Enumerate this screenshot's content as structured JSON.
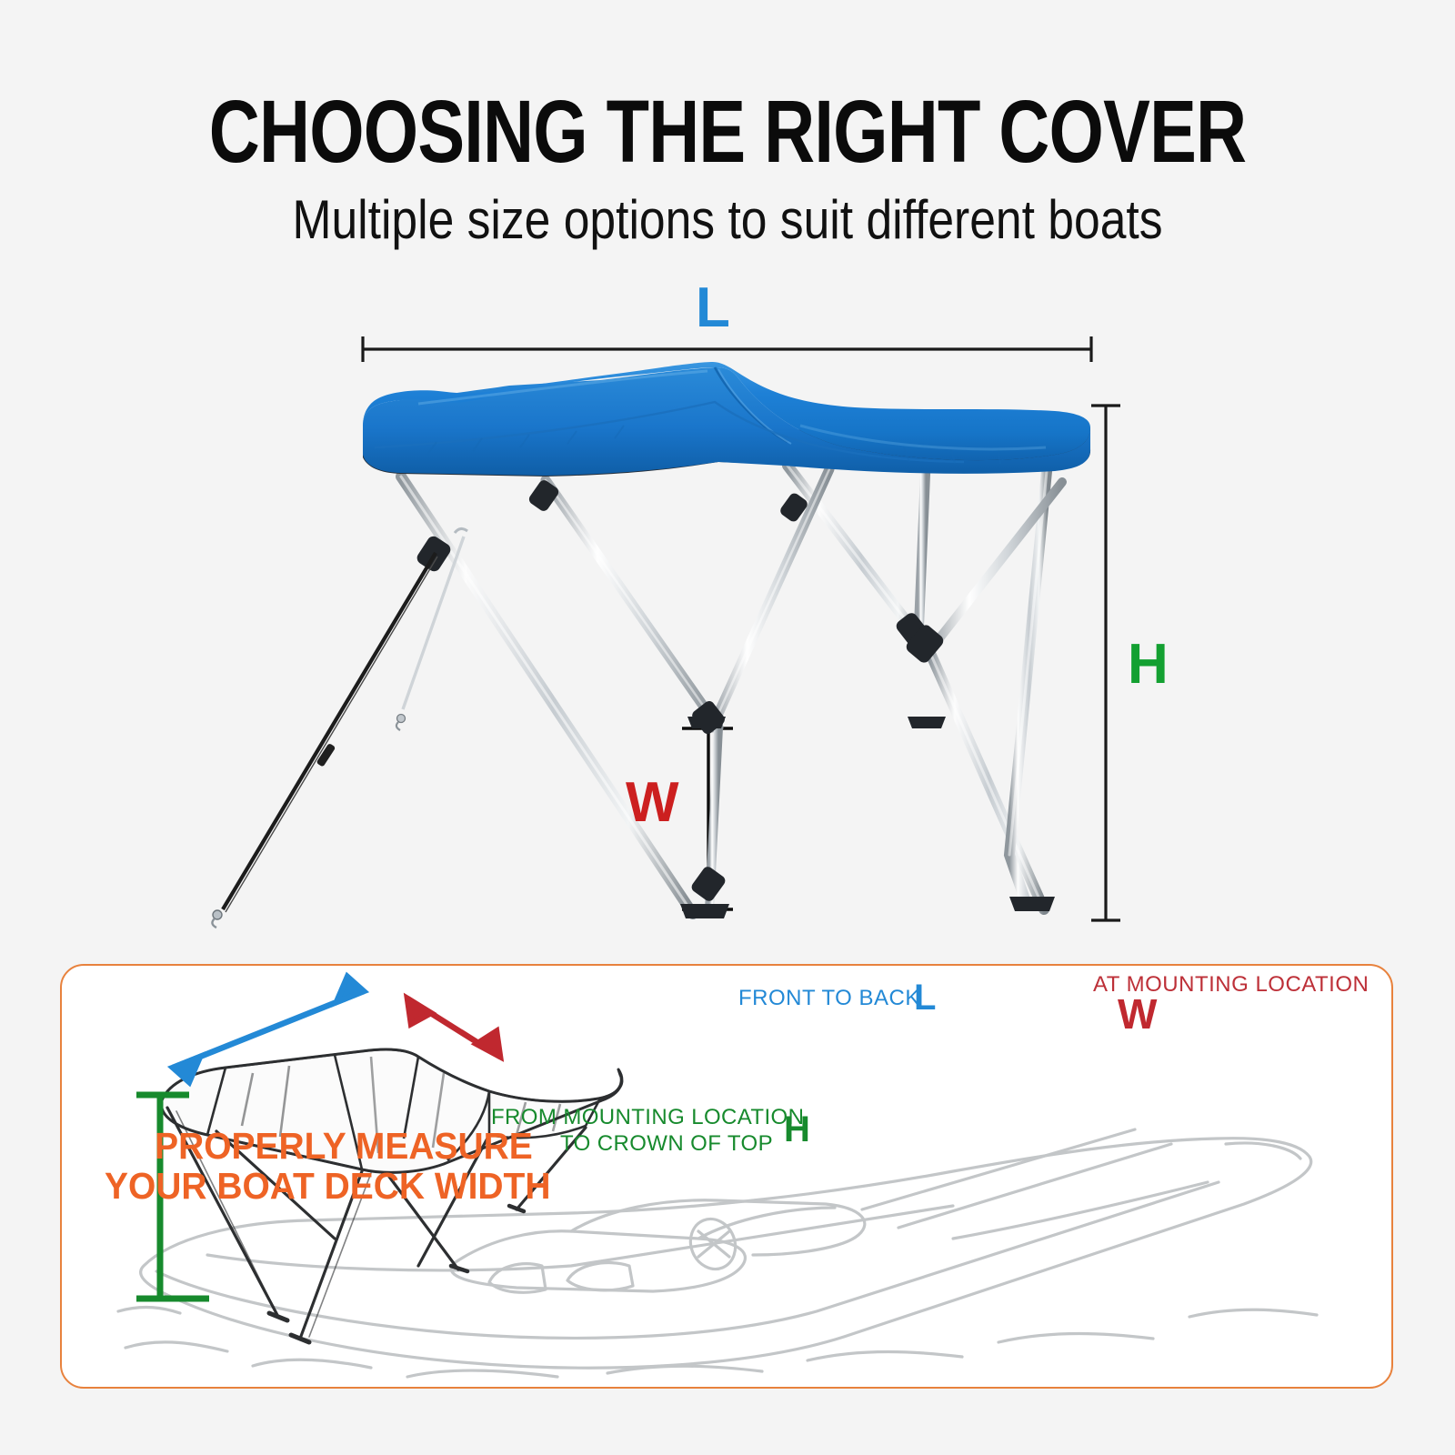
{
  "page": {
    "background_color": "#f4f4f4",
    "title": "CHOOSING THE RIGHT COVER",
    "subtitle": "Multiple size options to suit different boats"
  },
  "hero": {
    "product": "blue bimini boat top with chrome frame",
    "canopy_color": "#1e7fd4",
    "canopy_trim_color": "#232b35",
    "frame_color": "#c9ced3",
    "dimension_labels": [
      {
        "id": "L",
        "text": "L",
        "color": "#2389d6",
        "meaning": "length front to back"
      },
      {
        "id": "H",
        "text": "H",
        "color": "#13a031",
        "meaning": "height mounting location to crown"
      },
      {
        "id": "W",
        "text": "W",
        "color": "#cc1f1f",
        "meaning": "width at mounting location"
      }
    ]
  },
  "panel": {
    "border_color": "#e8823d",
    "headline_color": "#ee6325",
    "headline_line1": "PROPERLY MEASURE",
    "headline_line2": "YOUR BOAT DECK WIDTH",
    "annotations": {
      "front_to_back": "FRONT TO BACK",
      "front_to_back_label": "L",
      "front_to_back_color": "#2389d6",
      "at_mounting_location": "AT MOUNTING LOCATION",
      "at_mounting_location_label": "W",
      "at_mounting_location_color": "#bd3038",
      "height_line1": "FROM MOUNTING LOCATION",
      "height_line2": "TO CROWN OF TOP",
      "height_label": "H",
      "height_color": "#178a2d"
    },
    "illustration": "line drawing of a speed boat with bimini top installed"
  }
}
